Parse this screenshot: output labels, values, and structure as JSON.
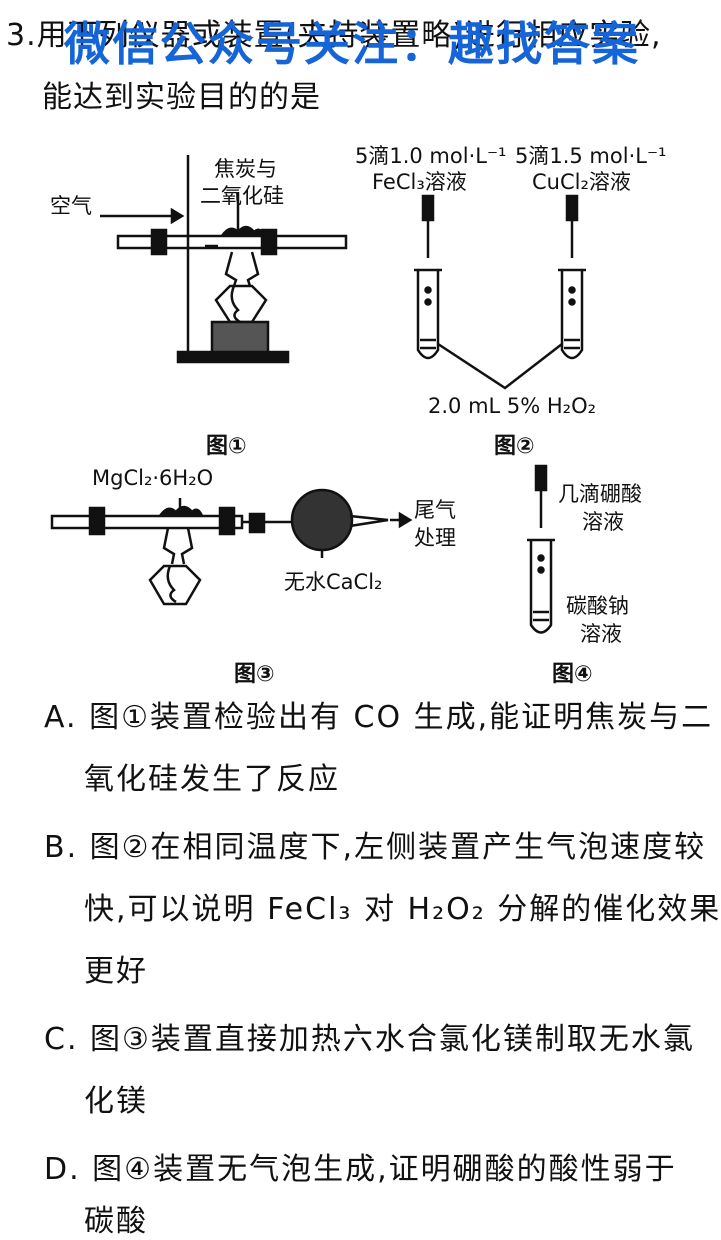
{
  "question": {
    "number": "3.",
    "stem_line1": "用下列仪器或装置(夹持装置略)进行相应实验,",
    "stem_line2": "能达到实验目的的是"
  },
  "watermark": "微信公众号关注：趣找答案",
  "figure1": {
    "caption": "图①",
    "label_reagent_line1": "焦炭与",
    "label_reagent_line2": "二氧化硅",
    "label_air": "空气"
  },
  "figure2": {
    "caption": "图②",
    "left_drop_line1": "5滴1.0 mol·L⁻¹",
    "left_drop_line2": "FeCl₃溶液",
    "right_drop_line1": "5滴1.5 mol·L⁻¹",
    "right_drop_line2": "CuCl₂溶液",
    "bottom_label": "2.0 mL 5% H₂O₂"
  },
  "figure3": {
    "caption": "图③",
    "label_reagent": "MgCl₂·6H₂O",
    "label_tail_line1": "尾气",
    "label_tail_line2": "处理",
    "label_drying": "无水CaCl₂"
  },
  "figure4": {
    "caption": "图④",
    "label_dropper_line1": "几滴硼酸",
    "label_dropper_line2": "溶液",
    "label_tube_line1": "碳酸钠",
    "label_tube_line2": "溶液"
  },
  "options": [
    {
      "line1": "A. 图①装置检验出有 CO 生成,能证明焦炭与二",
      "line2": "氧化硅发生了反应",
      "line3": ""
    },
    {
      "line1": "B. 图②在相同温度下,左侧装置产生气泡速度较",
      "line2": "快,可以说明 FeCl₃ 对 H₂O₂ 分解的催化效果",
      "line3": "更好"
    },
    {
      "line1": "C. 图③装置直接加热六水合氯化镁制取无水氯",
      "line2": "化镁",
      "line3": ""
    },
    {
      "line1": "D. 图④装置无气泡生成,证明硼酸的酸性弱于",
      "line2": "碳酸",
      "line3": ""
    }
  ]
}
